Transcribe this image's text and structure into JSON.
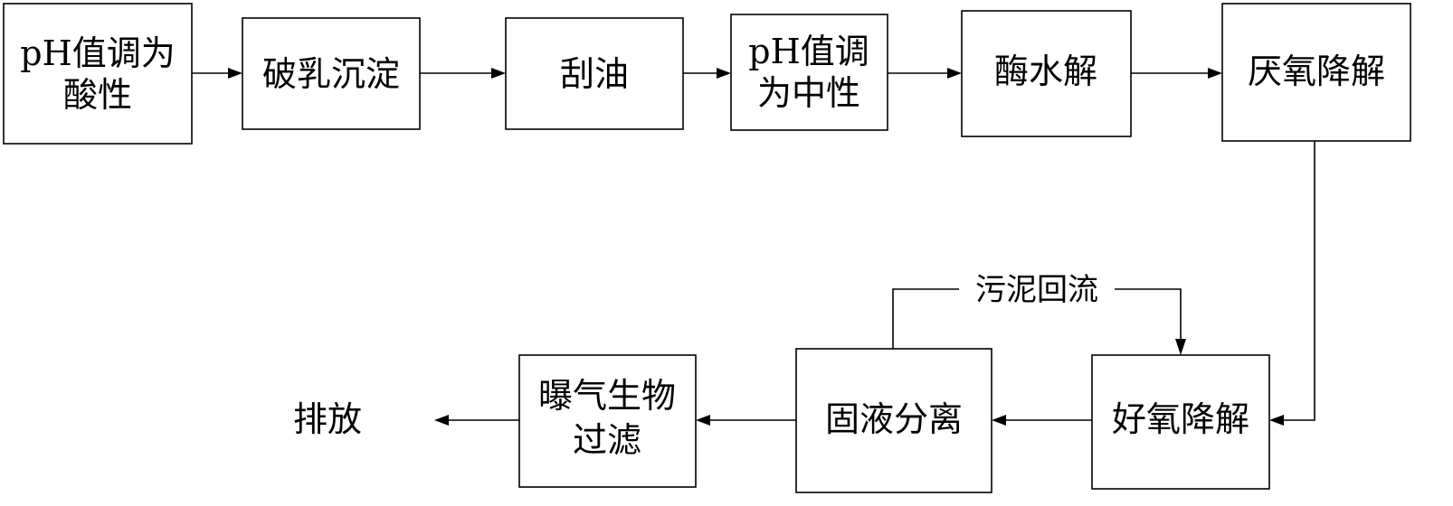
{
  "steps": {
    "ph_acid": [
      "pH值调为",
      "酸性"
    ],
    "demulsify": "破乳沉淀",
    "skim": "刮油",
    "ph_neutral": [
      "pH值调",
      "为中性"
    ],
    "enzyme": "酶水解",
    "anaerobic": "厌氧降解",
    "aerobic": "好氧降解",
    "separation": "固液分离",
    "baf": [
      "曝气生物",
      "过滤"
    ],
    "discharge": "排放"
  },
  "sludge_return": "污泥回流"
}
